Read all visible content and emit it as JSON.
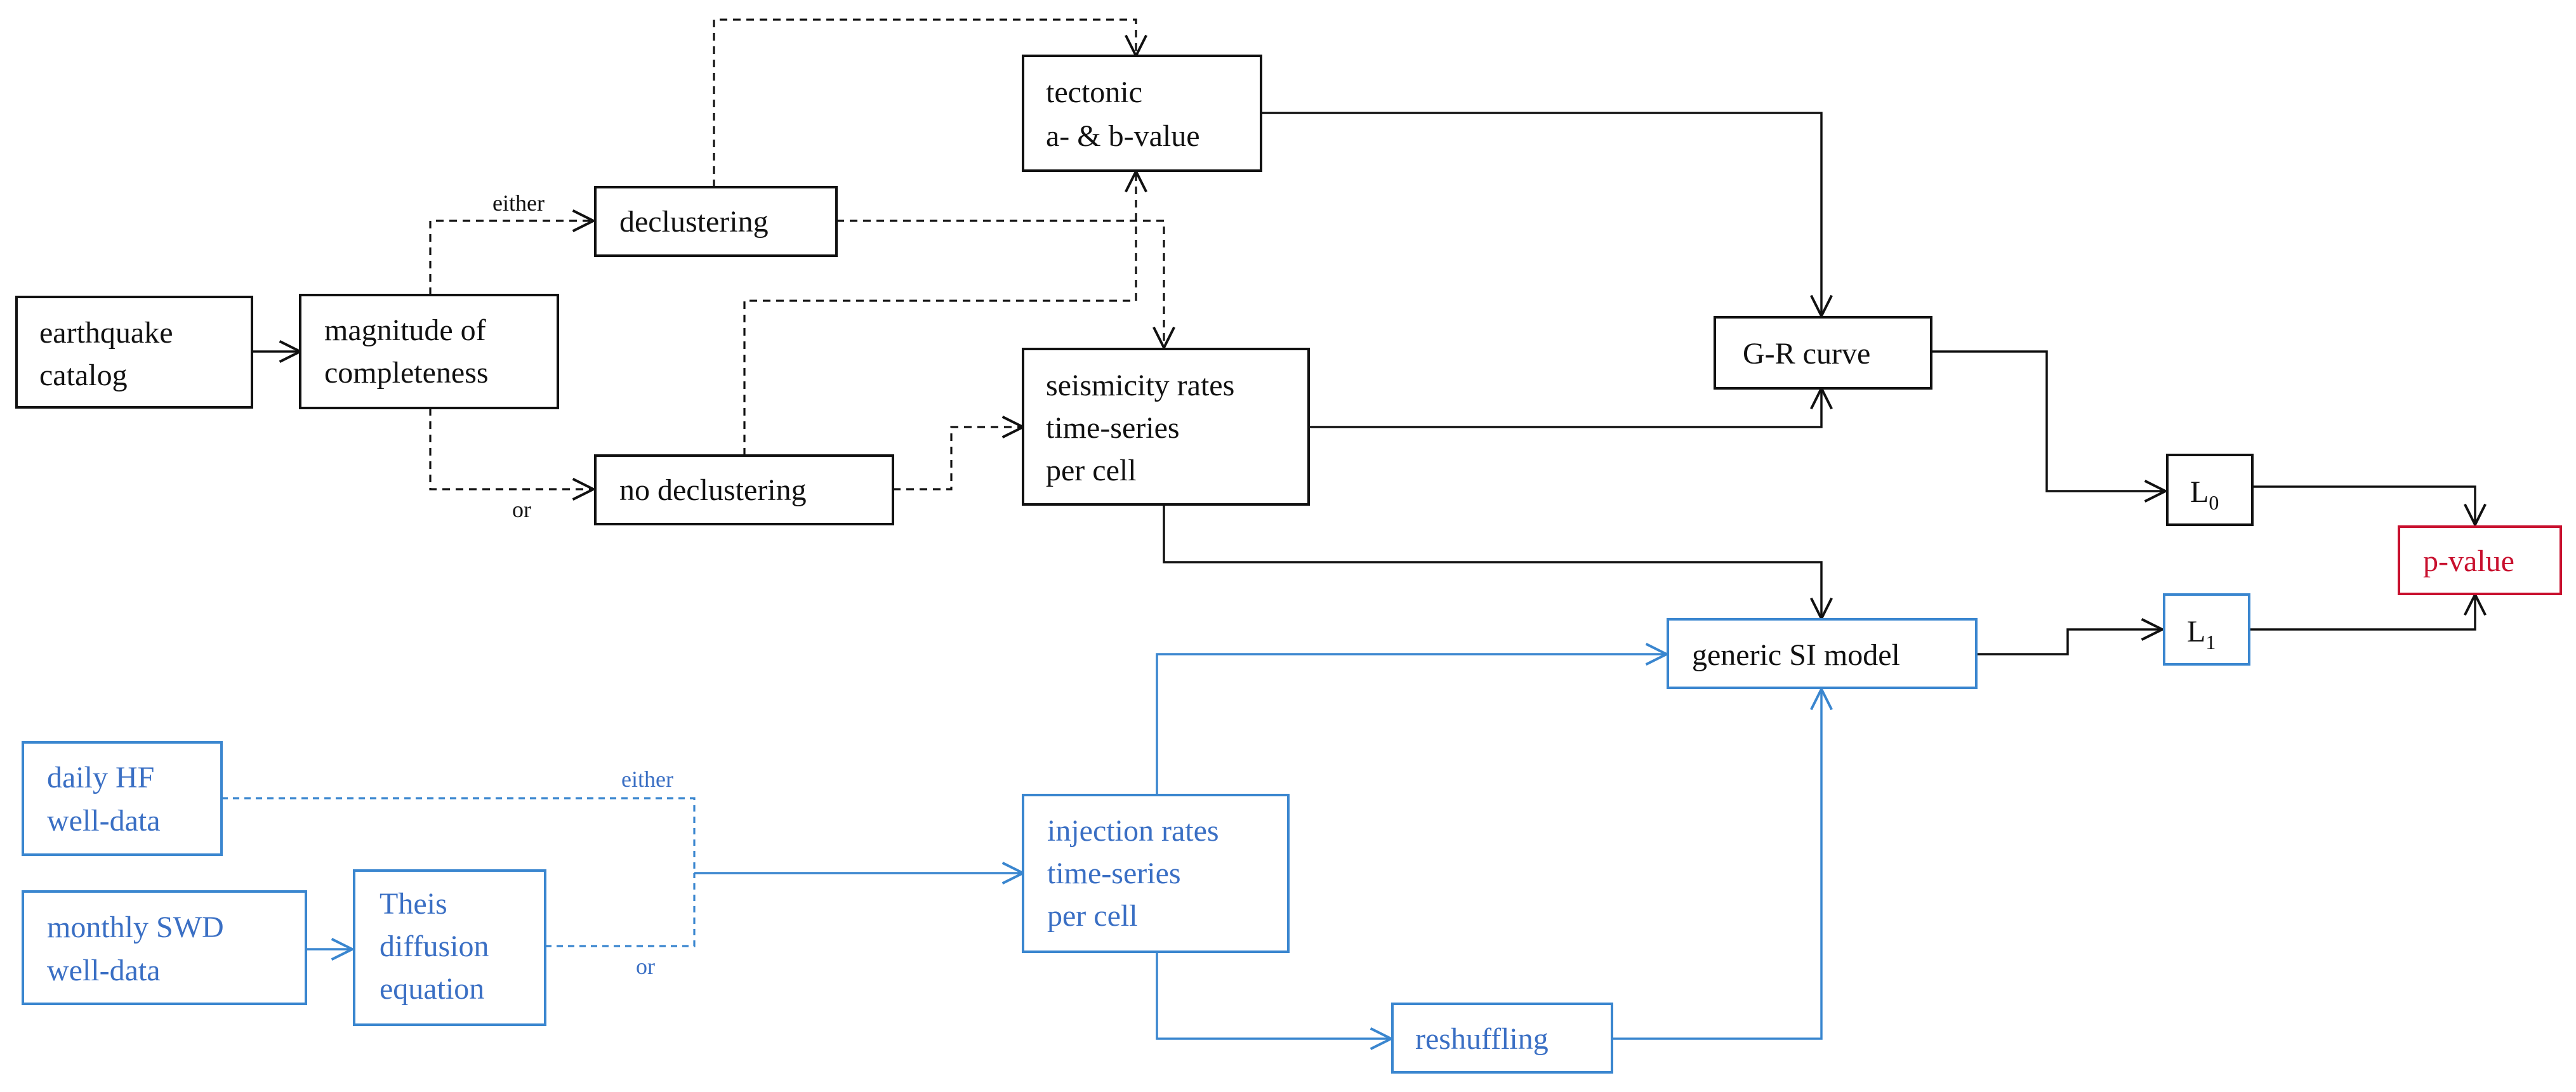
{
  "nodes": {
    "earthquake_catalog": {
      "lines": [
        "earthquake",
        "catalog"
      ]
    },
    "magnitude_completeness": {
      "lines": [
        "magnitude of",
        "completeness"
      ]
    },
    "declustering": {
      "lines": [
        "declustering"
      ]
    },
    "no_declustering": {
      "lines": [
        "no  declustering"
      ]
    },
    "tectonic": {
      "lines": [
        "tectonic",
        "a- & b-value"
      ]
    },
    "seismicity_rates": {
      "lines": [
        "seismicity rates",
        "time-series",
        "per cell"
      ]
    },
    "gr_curve": {
      "lines": [
        "G-R curve"
      ]
    },
    "l0": {
      "main": "L",
      "sub": "0"
    },
    "p_value": {
      "lines": [
        "p-value"
      ]
    },
    "generic_si": {
      "lines": [
        "generic SI model"
      ]
    },
    "l1": {
      "main": "L",
      "sub": "1"
    },
    "daily_hf": {
      "lines": [
        "daily HF",
        "well-data"
      ]
    },
    "monthly_swd": {
      "lines": [
        "monthly SWD",
        "well-data"
      ]
    },
    "theis": {
      "lines": [
        "Theis",
        "diffusion",
        "equation"
      ]
    },
    "injection_rates": {
      "lines": [
        "injection rates",
        "time-series",
        "per cell"
      ]
    },
    "reshuffling": {
      "lines": [
        "reshuffling"
      ]
    }
  },
  "branch_labels": {
    "top_either": "either",
    "top_or": "or",
    "bottom_either": "either",
    "bottom_or": "or"
  },
  "colors": {
    "black": "#111111",
    "blue": "#3a86cf",
    "blue_text": "#3a6fc4",
    "red": "#c8102e"
  }
}
